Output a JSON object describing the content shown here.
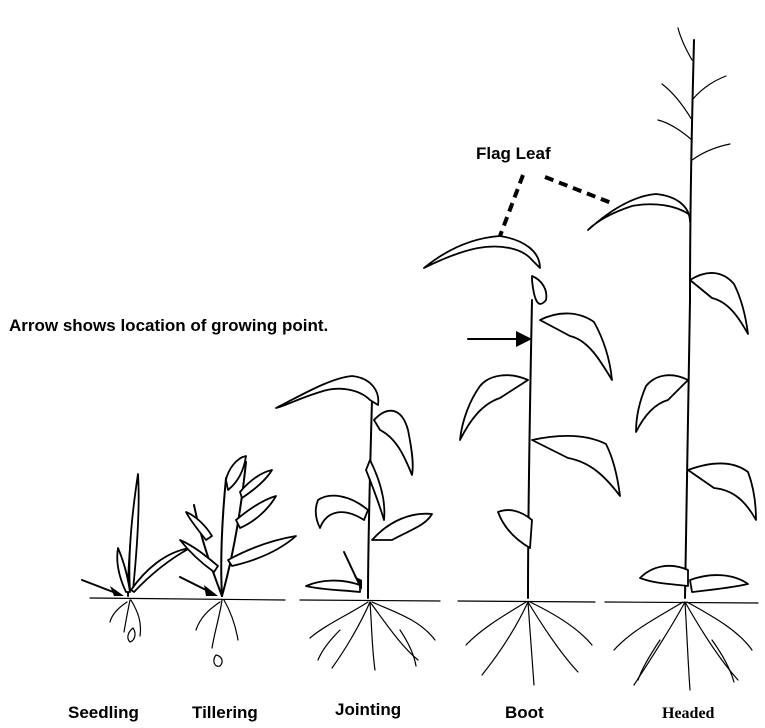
{
  "annotations": {
    "flag_leaf": "Flag Leaf",
    "growing_point": "Arrow shows location of growing point."
  },
  "stages": [
    {
      "label": "Seedling"
    },
    {
      "label": "Tillering"
    },
    {
      "label": "Jointing"
    },
    {
      "label": "Boot"
    },
    {
      "label": "Headed"
    }
  ]
}
